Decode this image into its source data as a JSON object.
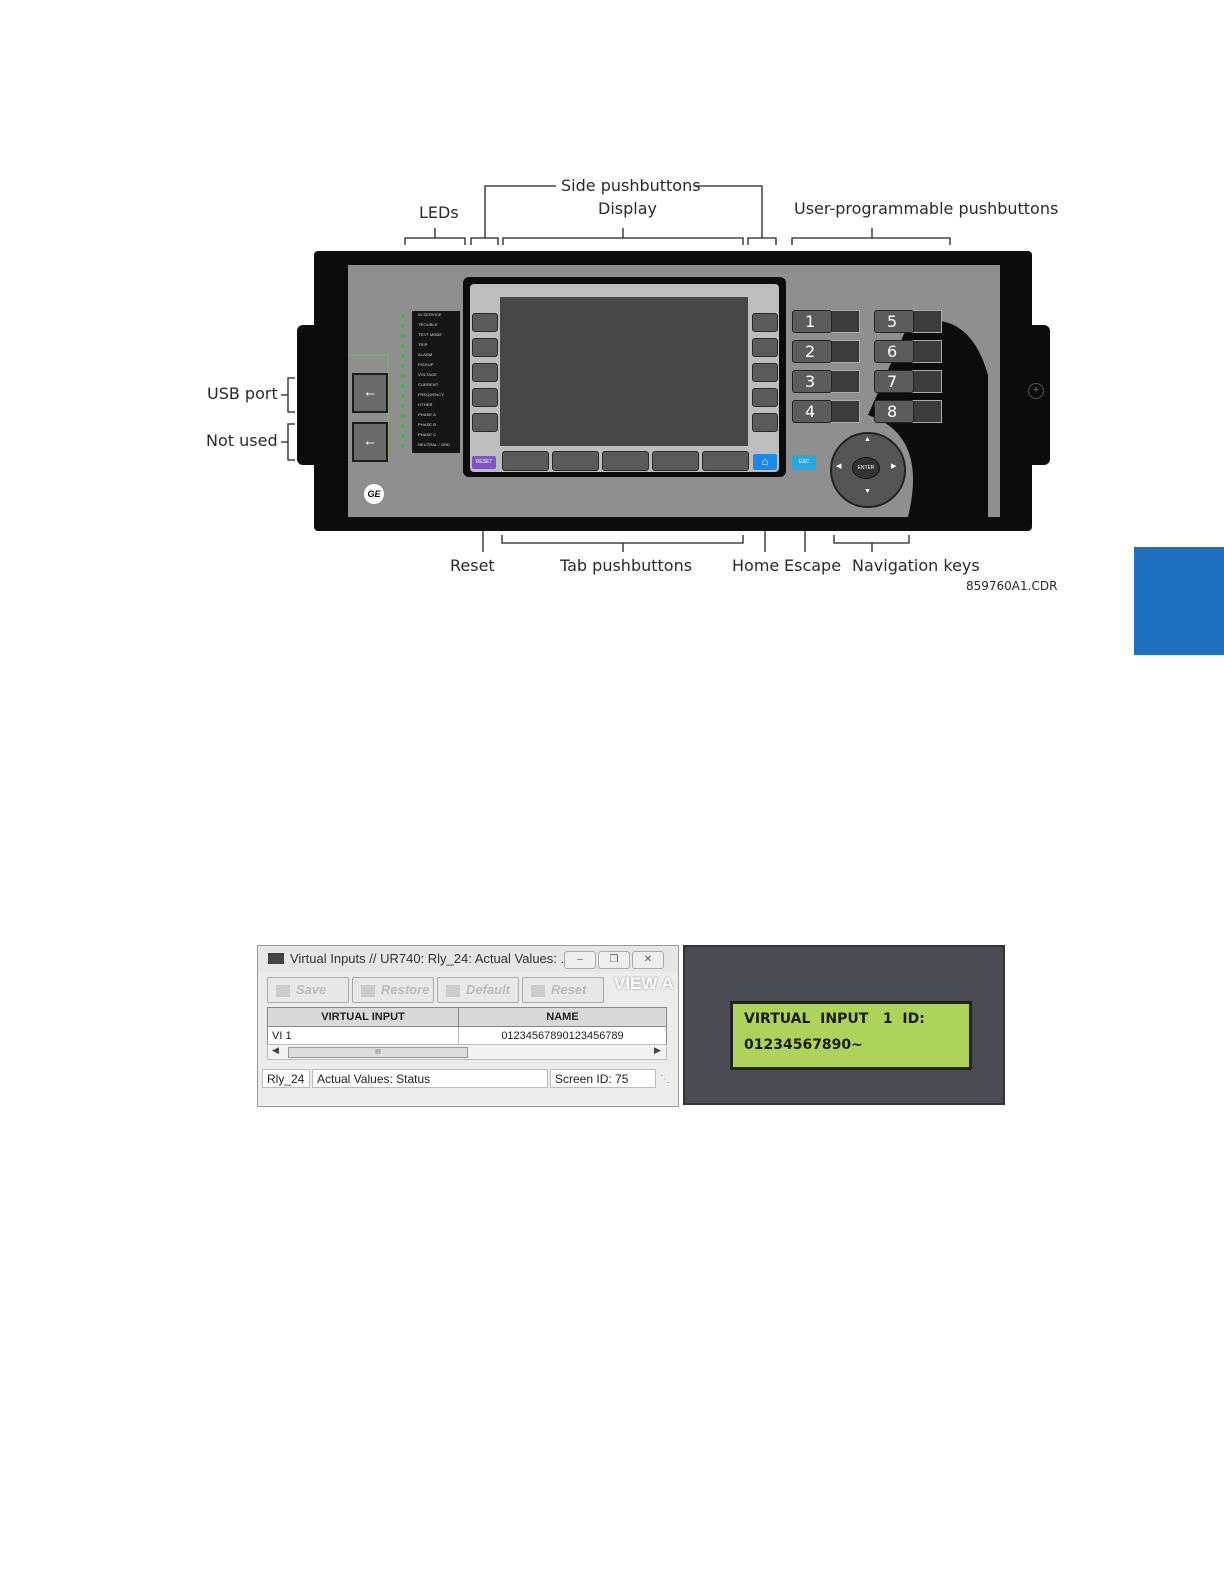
{
  "colors": {
    "side_tab": "#2070c0",
    "reset_button": "#7e57c2",
    "home_button": "#1e88e5",
    "esc_button": "#29a8e0",
    "lcd": "#aed35a",
    "led": "#4caf50"
  },
  "callouts": {
    "side_pushbuttons": "Side pushbuttons",
    "display": "Display",
    "leds": "LEDs",
    "user_programmable_pushbuttons": "User-programmable pushbuttons",
    "usb_port": "USB port",
    "not_used": "Not used",
    "reset": "Reset",
    "tab_pushbuttons": "Tab pushbuttons",
    "home": "Home",
    "escape": "Escape",
    "navigation_keys": "Navigation keys",
    "drawing_id": "859760A1.CDR"
  },
  "front_panel": {
    "led_labels": [
      "IN SERVICE",
      "TROUBLE",
      "TEST MODE",
      "TRIP",
      "ALARM",
      "PICKUP",
      "VOLTAGE",
      "CURRENT",
      "FREQUENCY",
      "OTHER",
      "PHASE A",
      "PHASE B",
      "PHASE C",
      "NEUTRAL / GRD"
    ],
    "reset_label": "RESET",
    "esc_label": "ESC",
    "enter_label": "ENTER",
    "user_buttons": [
      "1",
      "2",
      "3",
      "4",
      "5",
      "6",
      "7",
      "8"
    ],
    "logo_text": "GE",
    "usb_icon": "usb-icon",
    "home_icon": "home-icon"
  },
  "software_window": {
    "title": "Virtual Inputs // UR740: Rly_24: Actual Values: ...",
    "toolbar": {
      "save": "Save",
      "restore": "Restore",
      "default": "Default",
      "reset": "Reset",
      "view": "VIEW A"
    },
    "columns": [
      "VIRTUAL INPUT",
      "NAME"
    ],
    "rows": [
      [
        "VI 1",
        "01234567890123456789"
      ]
    ],
    "scroll_thumb": "III",
    "status": {
      "device": "Rly_24",
      "mode": "Actual Values: Status",
      "screen_id": "Screen ID: 75"
    }
  },
  "lcd_display": {
    "line1": "VIRTUAL  INPUT   1  ID:",
    "line2": "01234567890~"
  }
}
